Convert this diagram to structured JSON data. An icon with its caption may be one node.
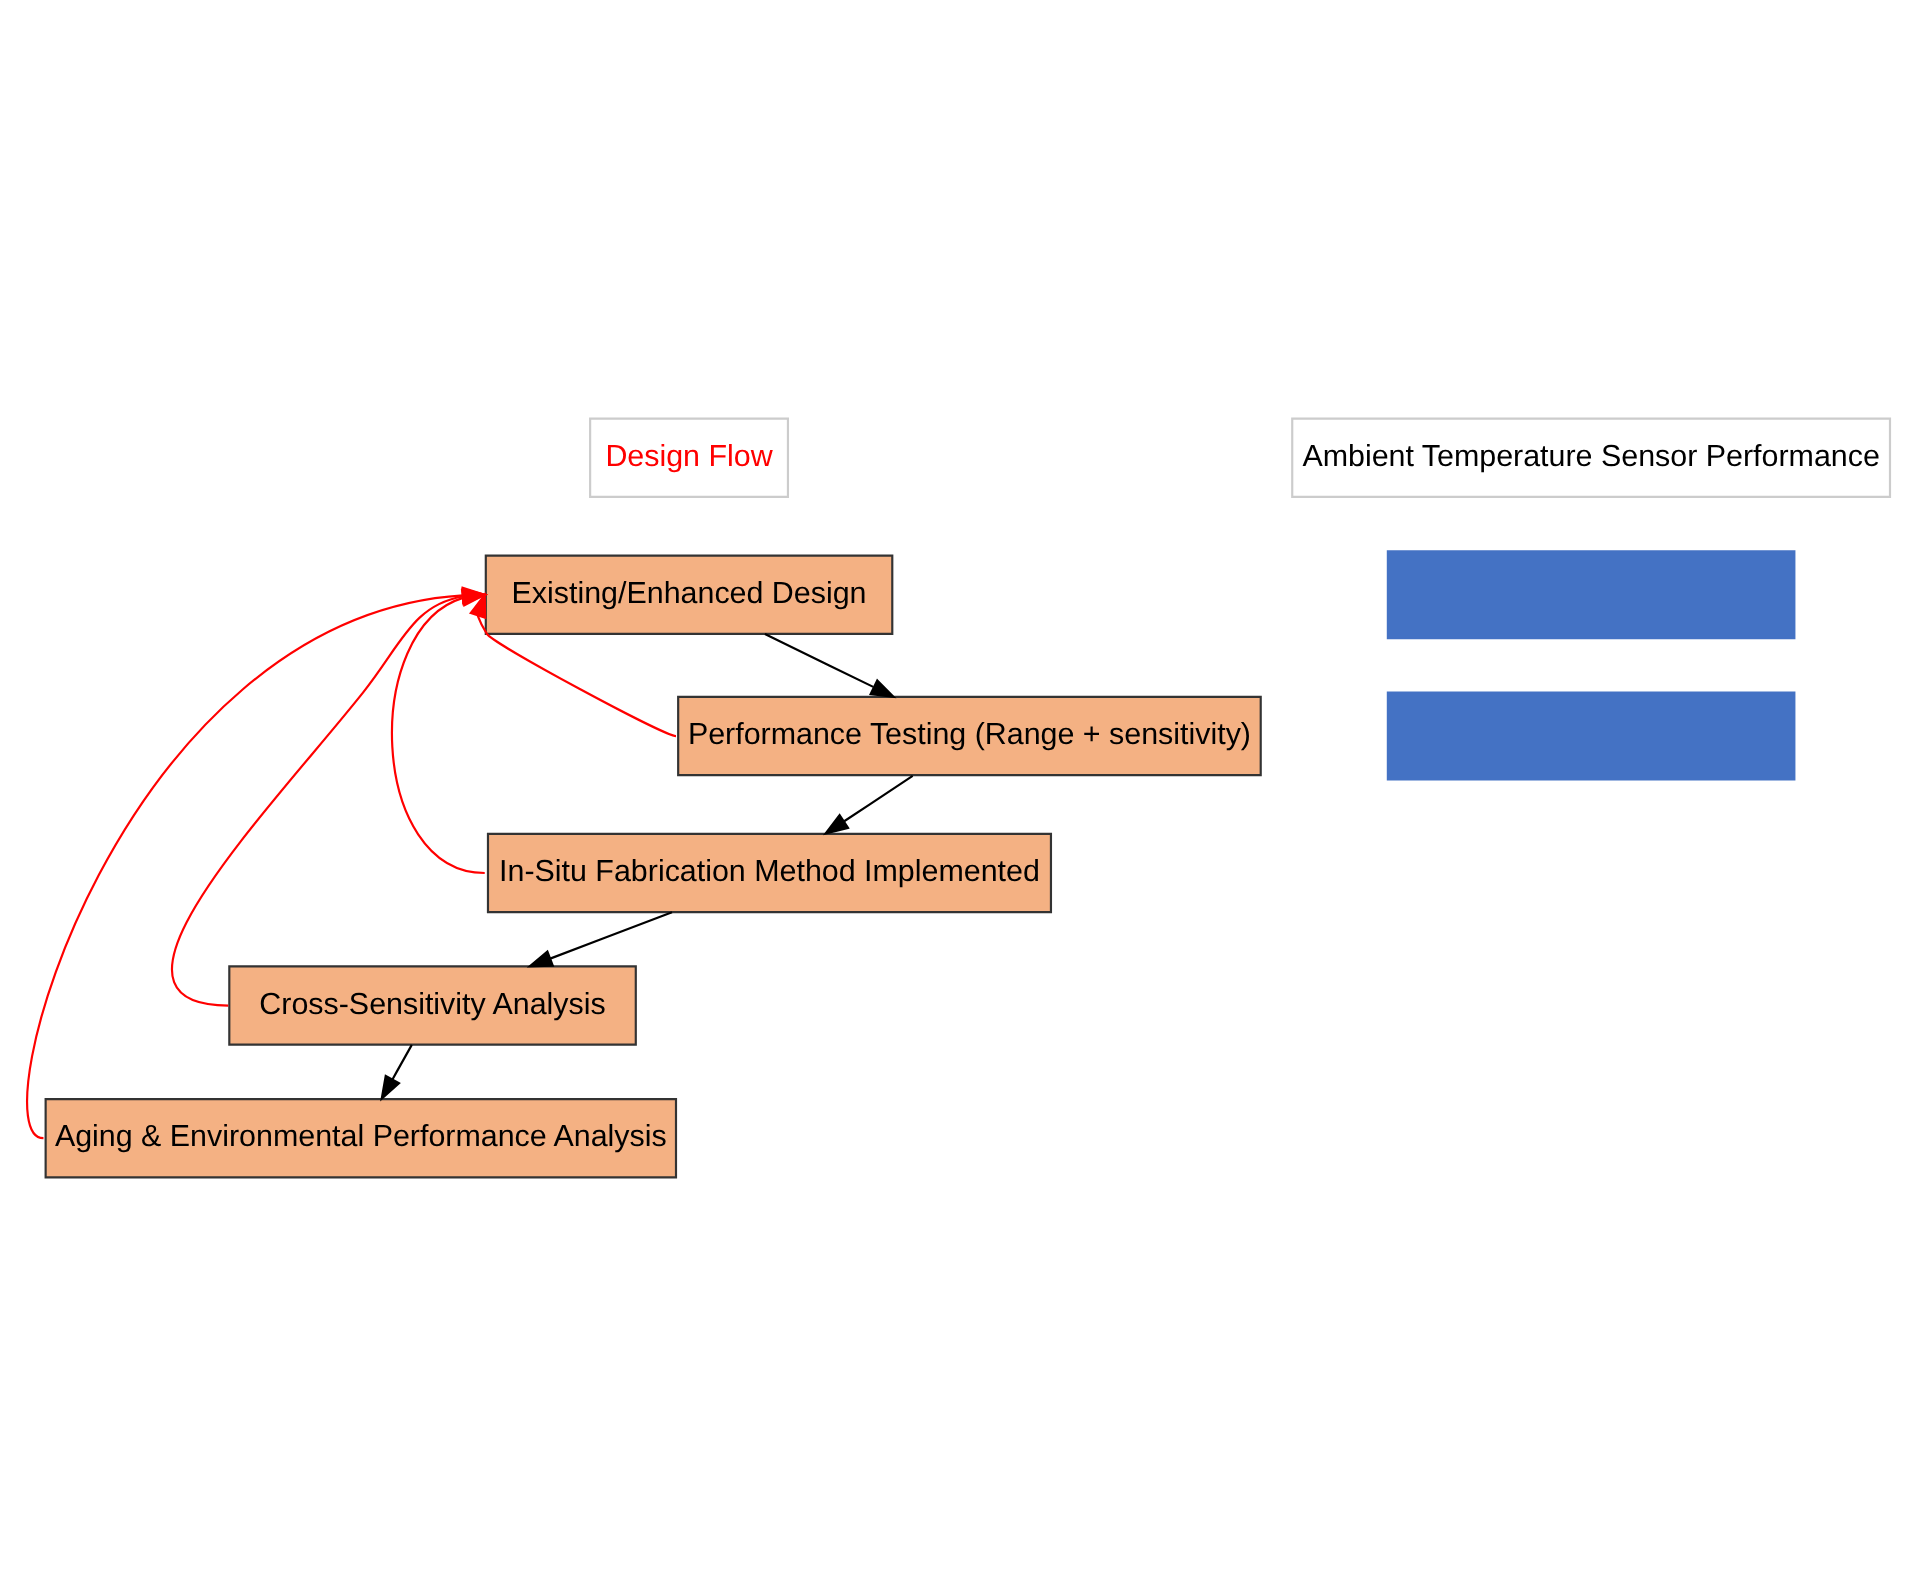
{
  "diagram": {
    "nodes": [
      {
        "text": [
          "Design Flow"
        ]
      },
      {
        "text": [
          "Ambient Temperature Sensor Performance"
        ]
      },
      {
        "text": [
          "Existing/Enhanced Design"
        ]
      },
      {
        "text": [
          "Performance Testing (Range + sensitivity)"
        ]
      },
      {
        "text": [
          "In-Situ Fabrication Method Implemented"
        ]
      },
      {
        "text": [
          "Cross-Sensitivity Analysis"
        ]
      },
      {
        "text": [
          "Aging & Environmental Performance Analysis"
        ]
      },
      {
        "text": [],
        "shape": "bar"
      },
      {
        "text": [],
        "shape": "bar"
      }
    ],
    "edges": [
      {
        "from": 2,
        "to": 3,
        "arrow": "to"
      },
      {
        "from": 3,
        "to": 4,
        "arrow": "to"
      },
      {
        "from": 4,
        "to": 5,
        "arrow": "to"
      },
      {
        "from": 5,
        "to": 6,
        "arrow": "to"
      },
      {
        "from": 3,
        "to": 2,
        "arrow": "to",
        "color": "#ff0000"
      },
      {
        "from": 4,
        "to": 2,
        "arrow": "to",
        "color": "#ff0000"
      },
      {
        "from": 5,
        "to": 2,
        "arrow": "to",
        "color": "#ff0000"
      },
      {
        "from": 6,
        "to": 2,
        "arrow": "to",
        "color": "#ff0000"
      }
    ]
  }
}
